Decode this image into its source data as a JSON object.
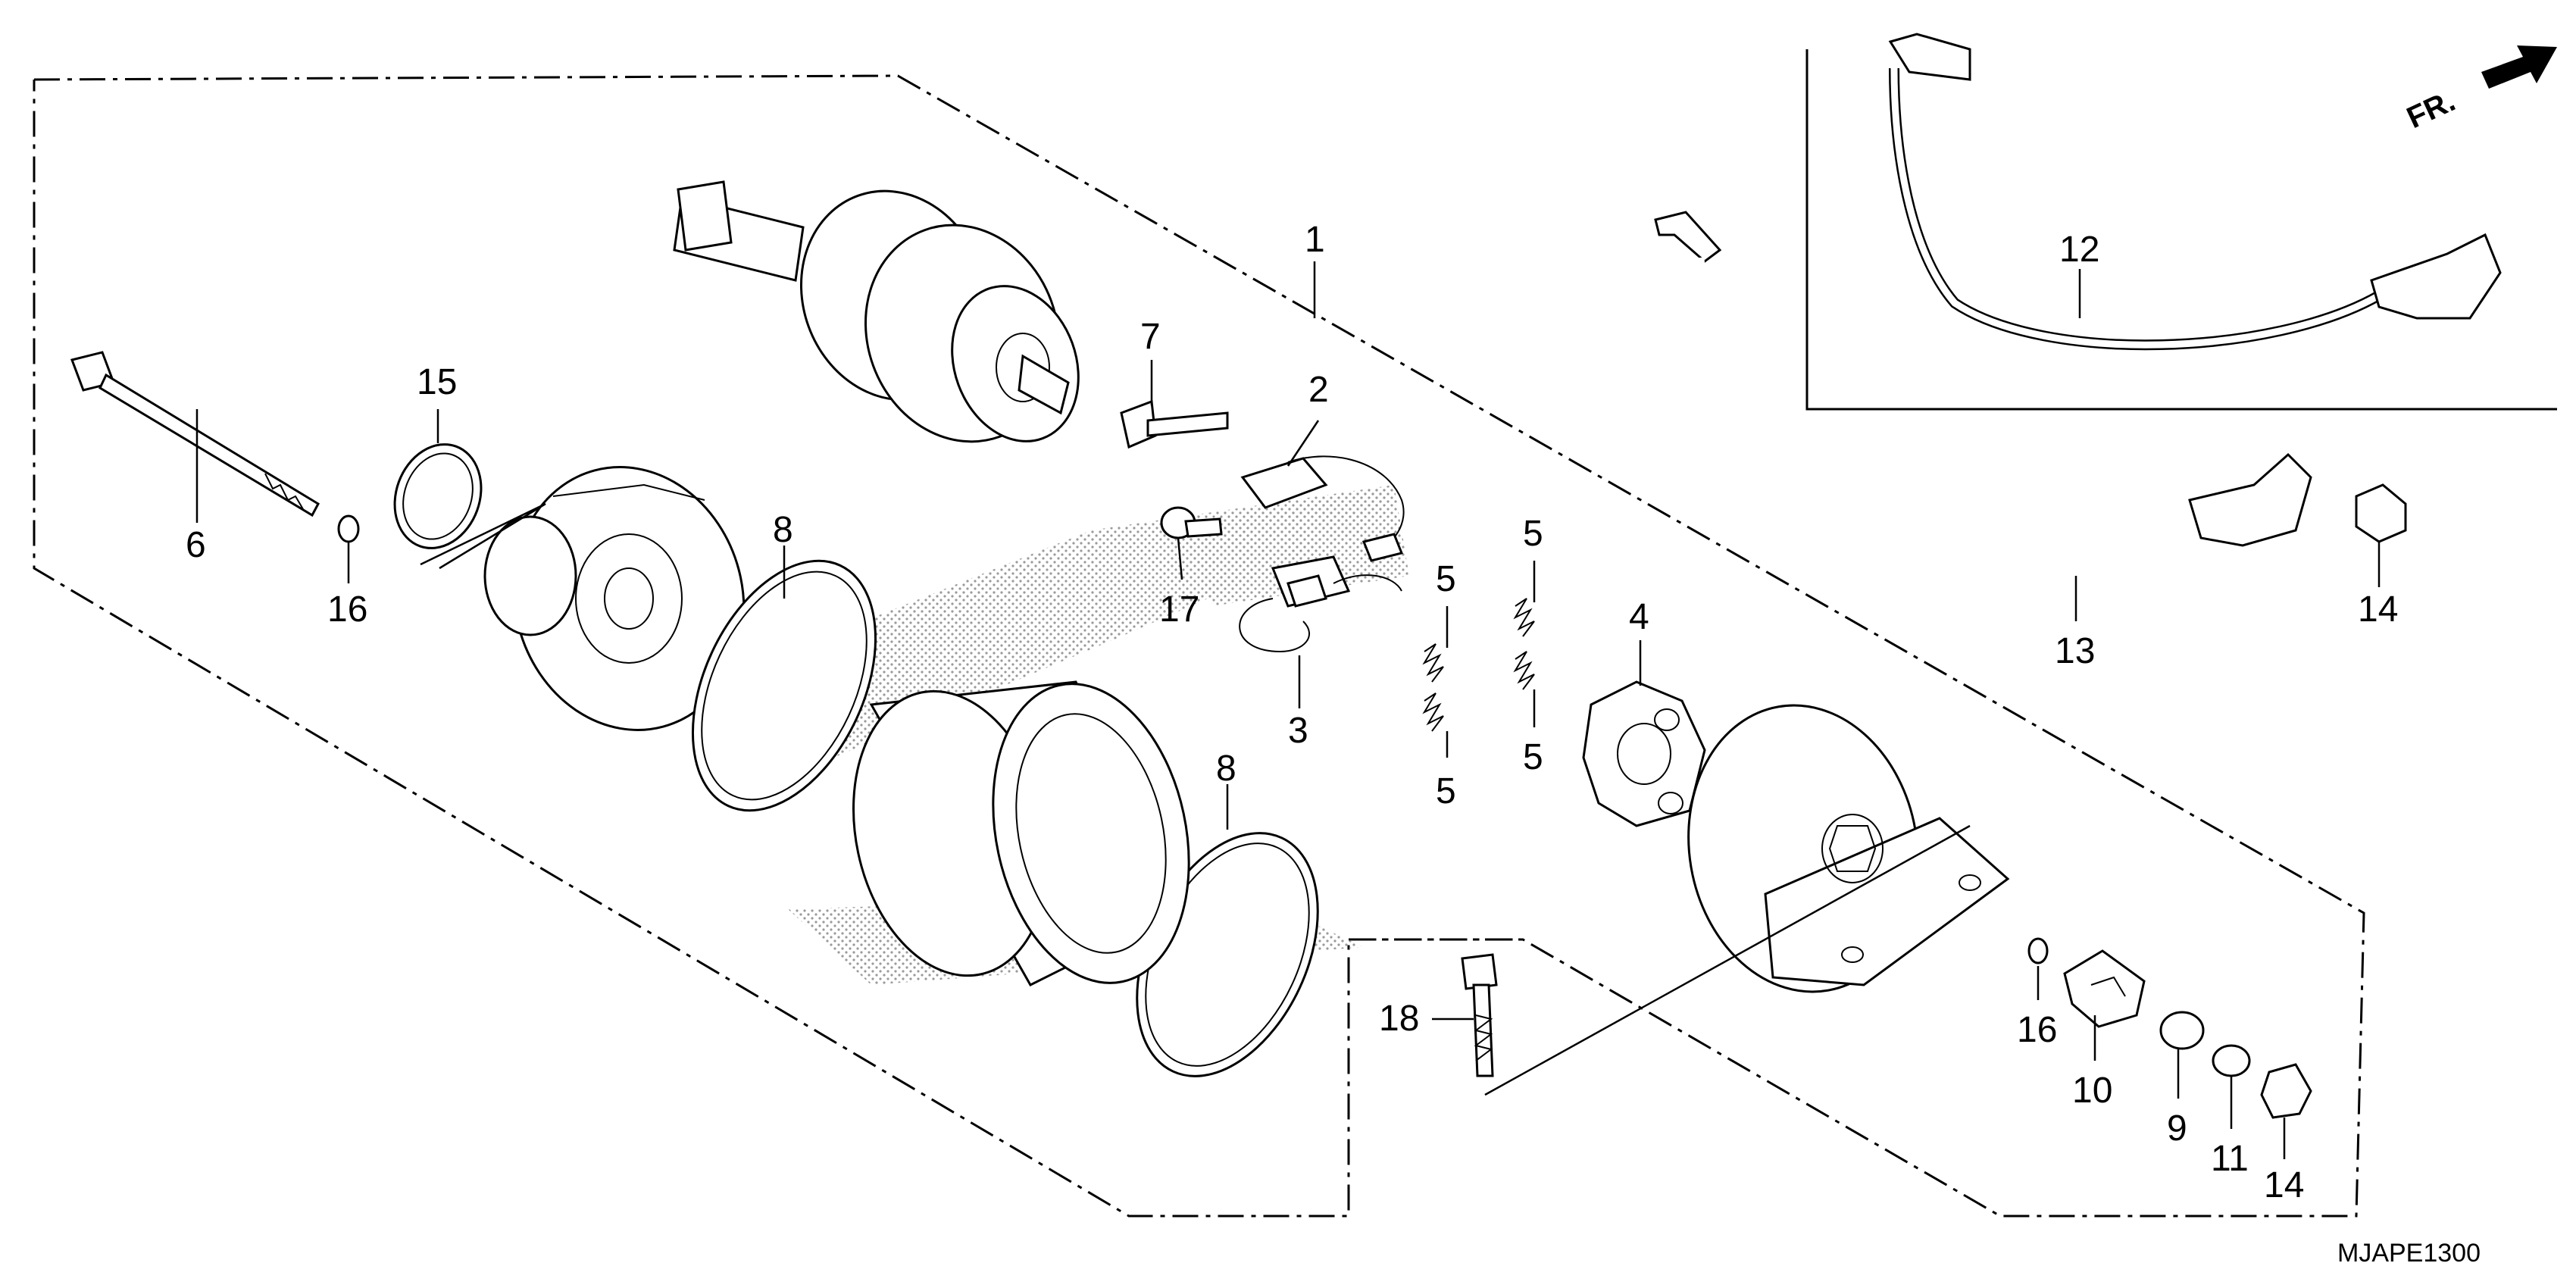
{
  "diagram": {
    "code": "MJAPE1300",
    "front_marker": "FR."
  },
  "callouts": {
    "c1": "1",
    "c2": "2",
    "c3": "3",
    "c4": "4",
    "c5a": "5",
    "c5b": "5",
    "c5c": "5",
    "c5d": "5",
    "c6": "6",
    "c7": "7",
    "c8a": "8",
    "c8b": "8",
    "c9": "9",
    "c10": "10",
    "c11": "11",
    "c12": "12",
    "c13": "13",
    "c14a": "14",
    "c14b": "14",
    "c15": "15",
    "c16a": "16",
    "c16b": "16",
    "c17": "17",
    "c18": "18"
  }
}
